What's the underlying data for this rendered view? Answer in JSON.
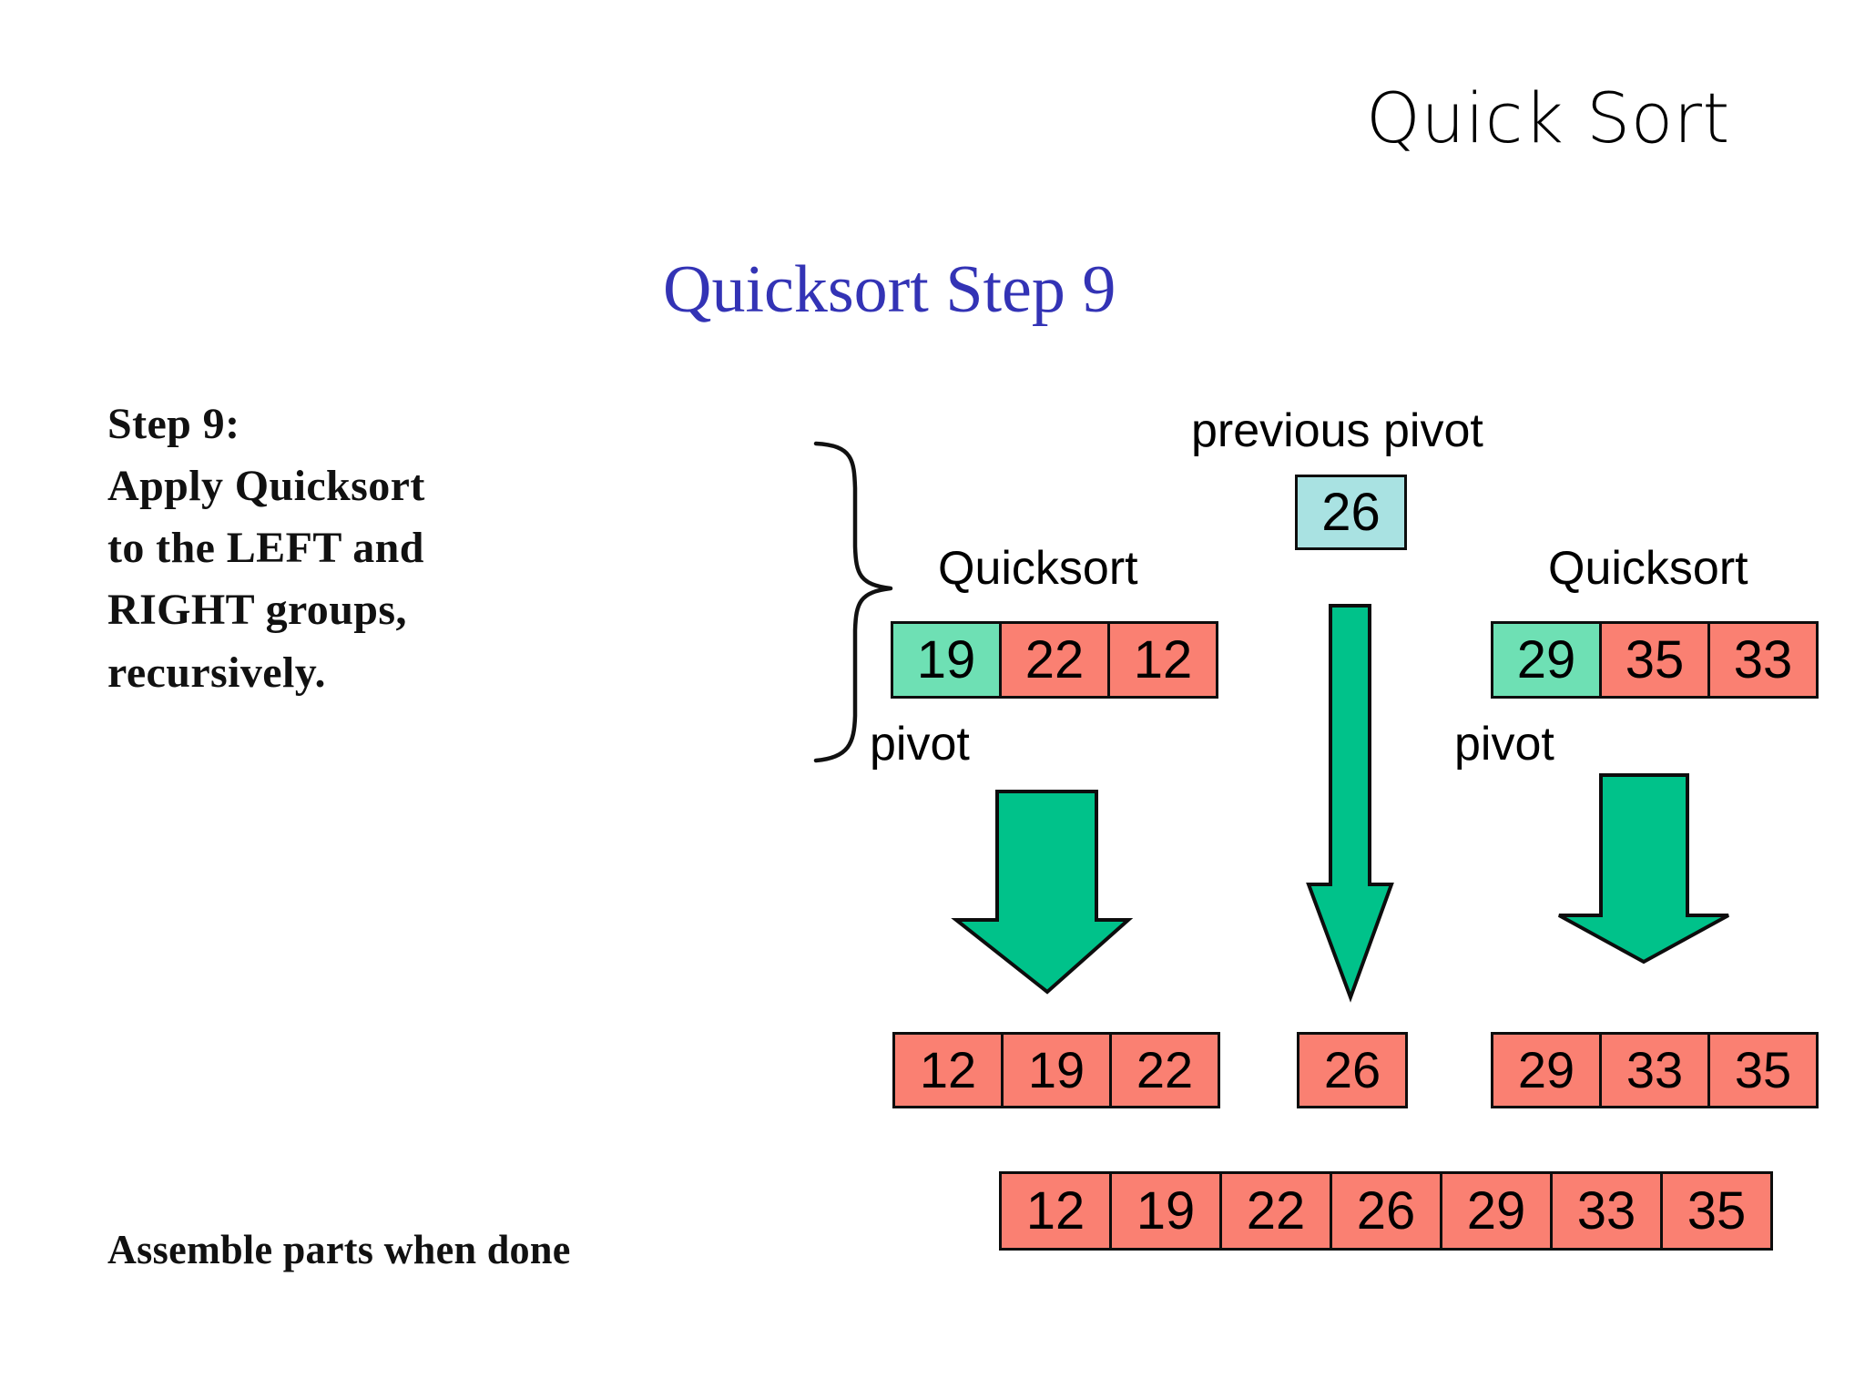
{
  "slide": {
    "title": "Quick Sort",
    "subtitle": "Quicksort Step 9"
  },
  "narrative": {
    "lines": [
      "Step 9:",
      "Apply Quicksort",
      "to the LEFT and",
      "RIGHT groups,",
      "recursively."
    ],
    "footer": "Assemble parts when done"
  },
  "labels": {
    "previous_pivot": "previous pivot",
    "quicksort_left": "Quicksort",
    "quicksort_right": "Quicksort",
    "pivot_left": "pivot",
    "pivot_right": "pivot"
  },
  "colors": {
    "pivot_green": "#6ee0b4",
    "element_salmon": "#fa8072",
    "previous_pivot_cyan": "#a9e2e2",
    "arrow_green": "#00c28a",
    "subtitle_blue": "#3333b5",
    "outline_black": "#0d0d0d"
  },
  "arrays": {
    "unsorted_left": {
      "cells": [
        {
          "value": "19",
          "role": "pivot"
        },
        {
          "value": "22",
          "role": "element"
        },
        {
          "value": "12",
          "role": "element"
        }
      ]
    },
    "previous_pivot": {
      "cells": [
        {
          "value": "26",
          "role": "previous-pivot"
        }
      ]
    },
    "unsorted_right": {
      "cells": [
        {
          "value": "29",
          "role": "pivot"
        },
        {
          "value": "35",
          "role": "element"
        },
        {
          "value": "33",
          "role": "element"
        }
      ]
    },
    "sorted_left": {
      "cells": [
        {
          "value": "12",
          "role": "element"
        },
        {
          "value": "19",
          "role": "element"
        },
        {
          "value": "22",
          "role": "element"
        }
      ]
    },
    "sorted_mid": {
      "cells": [
        {
          "value": "26",
          "role": "element"
        }
      ]
    },
    "sorted_right": {
      "cells": [
        {
          "value": "29",
          "role": "element"
        },
        {
          "value": "33",
          "role": "element"
        },
        {
          "value": "35",
          "role": "element"
        }
      ]
    },
    "assembled": {
      "cells": [
        {
          "value": "12",
          "role": "element"
        },
        {
          "value": "19",
          "role": "element"
        },
        {
          "value": "22",
          "role": "element"
        },
        {
          "value": "26",
          "role": "element"
        },
        {
          "value": "29",
          "role": "element"
        },
        {
          "value": "33",
          "role": "element"
        },
        {
          "value": "35",
          "role": "element"
        }
      ]
    }
  }
}
